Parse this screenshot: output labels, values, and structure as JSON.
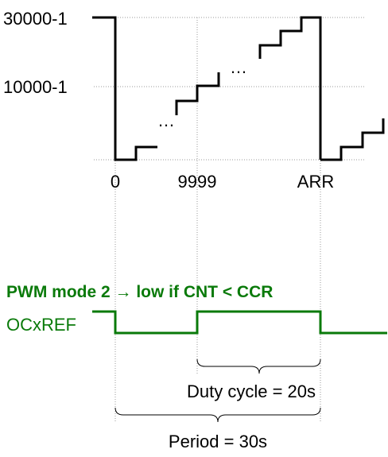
{
  "counter_plot": {
    "y_labels": [
      "30000-1",
      "10000-1"
    ],
    "x_labels": [
      "0",
      "9999",
      "ARR"
    ],
    "ellipsis": "…",
    "waveform_color": "#000000"
  },
  "pwm": {
    "title": "PWM mode 2 → low if CNT < CCR",
    "signal_label": "OCxREF",
    "color": "#0a7a0a"
  },
  "annotations": {
    "duty_cycle_label": "Duty cycle = 20s",
    "period_label": "Period = 30s"
  }
}
